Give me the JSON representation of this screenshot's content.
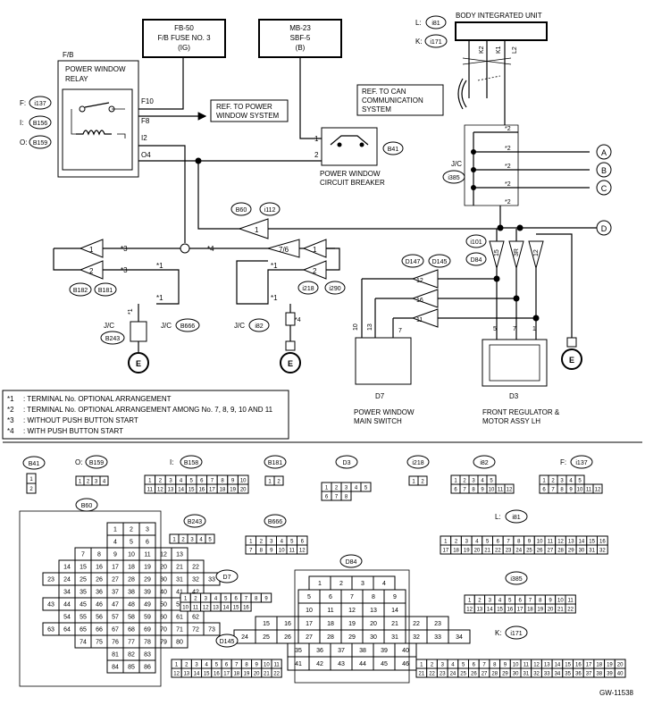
{
  "header": {
    "fb_fuse": [
      "FB-50",
      "F/B FUSE NO. 3",
      "(IG)"
    ],
    "mb_sbf": [
      "MB-23",
      "SBF-5",
      "(B)"
    ],
    "biu_title": "BODY INTEGRATED UNIT",
    "biu_conn": [
      {
        "prefix": "L:",
        "id": "i81"
      },
      {
        "prefix": "K:",
        "id": "i171"
      }
    ],
    "biu_pins": [
      "K2",
      "K1",
      "L2"
    ]
  },
  "relay": {
    "fb_label": "F/B",
    "title": [
      "POWER WINDOW",
      "RELAY"
    ],
    "conns": [
      {
        "prefix": "F:",
        "id": "i137"
      },
      {
        "prefix": "I:",
        "id": "B156"
      },
      {
        "prefix": "O:",
        "id": "B159"
      }
    ],
    "pins": [
      "F10",
      "F8",
      "I2",
      "O4"
    ]
  },
  "refs": {
    "power_window": [
      "REF. TO POWER",
      "WINDOW SYSTEM"
    ],
    "can": [
      "REF. TO CAN",
      "COMMUNICATION",
      "SYSTEM"
    ]
  },
  "breaker": {
    "id": "B41",
    "pins": [
      "1",
      "2"
    ],
    "label": [
      "POWER WINDOW",
      "CIRCUIT BREAKER"
    ]
  },
  "jc_i385": {
    "label": "J/C",
    "id": "i385",
    "pins": [
      "*2",
      "*2",
      "*2",
      "*2",
      "*2"
    ],
    "arrows": [
      "A",
      "B",
      "C",
      "D"
    ]
  },
  "left_conns": {
    "b60": "B60",
    "i112": "i112",
    "t1": "1",
    "t7": "7/6",
    "t2": "2",
    "star3a": "*3",
    "star3b": "*3",
    "star4": "*4",
    "star1a": "*1",
    "star1b": "*1",
    "star1c": "*1",
    "star1d": "*1",
    "b182": "B182",
    "b181": "B181",
    "i218": "i218",
    "i290": "i290",
    "l1": "1",
    "l2": "2",
    "r1": "1",
    "r2": "2",
    "jc1": "J/C",
    "b243": "B243",
    "star1e": "*1",
    "jc2": "J/C",
    "b666": "B666",
    "jc3": "J/C",
    "i82": "i82",
    "star4b": "*4"
  },
  "switch": {
    "conns": [
      "D147",
      "D145"
    ],
    "pins": [
      "12",
      "16",
      "11"
    ],
    "wires": [
      "10",
      "13",
      "7"
    ],
    "label": [
      "POWER WINDOW",
      "MAIN SWITCH"
    ],
    "id": "D7"
  },
  "motor": {
    "i101": "i101",
    "d84": "D84",
    "pins": [
      "15",
      "3R",
      "12"
    ],
    "wires": [
      "5",
      "7",
      "1"
    ],
    "label": [
      "FRONT REGULATOR &",
      "MOTOR ASSY LH"
    ],
    "id": "D3"
  },
  "ground": "E",
  "notes": [
    {
      "mark": "*1",
      "text": ": TERMINAL No. OPTIONAL ARRANGEMENT"
    },
    {
      "mark": "*2",
      "text": ": TERMINAL No. OPTIONAL ARRANGEMENT AMONG No. 7, 8, 9, 10 AND 11"
    },
    {
      "mark": "*3",
      "text": ": WITHOUT PUSH BUTTON START"
    },
    {
      "mark": "*4",
      "text": ": WITH PUSH BUTTON START"
    }
  ],
  "connectors": {
    "b41": {
      "id": "B41",
      "rows": [
        [
          "1"
        ],
        [
          "2"
        ]
      ]
    },
    "b159": {
      "prefix": "O:",
      "id": "B159",
      "rows": [
        [
          "1",
          "2",
          "3",
          "4"
        ]
      ]
    },
    "b158": {
      "prefix": "I:",
      "id": "B158",
      "rows": [
        [
          "1",
          "2",
          "3",
          "4",
          "5",
          "6",
          "7",
          "8",
          "9",
          "10"
        ],
        [
          "11",
          "12",
          "13",
          "14",
          "15",
          "16",
          "17",
          "18",
          "19",
          "20"
        ]
      ]
    },
    "b181": {
      "id": "B181",
      "rows": [
        [
          "1",
          "2"
        ]
      ]
    },
    "d3": {
      "id": "D3",
      "rows": [
        [
          "1",
          "2",
          "3",
          "4",
          "5"
        ],
        [
          "6",
          "7",
          "8"
        ]
      ]
    },
    "i218": {
      "id": "i218",
      "rows": [
        [
          "1",
          "2"
        ]
      ]
    },
    "i82": {
      "id": "i82",
      "rows": [
        [
          "1",
          "2",
          "3",
          "4",
          "5"
        ],
        [
          "6",
          "7",
          "8",
          "9",
          "10",
          "11",
          "12"
        ]
      ]
    },
    "i137": {
      "prefix": "F:",
      "id": "i137",
      "rows": [
        [
          "1",
          "2",
          "3",
          "4",
          "5"
        ],
        [
          "6",
          "7",
          "8",
          "9",
          "10",
          "11",
          "12"
        ]
      ]
    },
    "b60": {
      "id": "B60",
      "rows": [
        [
          "1",
          "2",
          "3"
        ],
        [
          "4",
          "5",
          "6"
        ],
        [
          "7",
          "8",
          "9",
          "10",
          "11",
          "12",
          "13"
        ],
        [
          "14",
          "15",
          "16",
          "17",
          "18",
          "19",
          "20",
          "21",
          "22"
        ],
        [
          "23",
          "24",
          "25",
          "26",
          "27",
          "28",
          "29",
          "30",
          "31",
          "32",
          "33"
        ],
        [
          "34",
          "35",
          "36",
          "37",
          "38",
          "39",
          "40",
          "41",
          "42"
        ],
        [
          "43",
          "44",
          "45",
          "46",
          "47",
          "48",
          "49",
          "50",
          "51",
          "52",
          "53"
        ],
        [
          "54",
          "55",
          "56",
          "57",
          "58",
          "59",
          "60",
          "61",
          "62"
        ],
        [
          "63",
          "64",
          "65",
          "66",
          "67",
          "68",
          "69",
          "70",
          "71",
          "72",
          "73"
        ],
        [
          "74",
          "75",
          "76",
          "77",
          "78",
          "79",
          "80"
        ],
        [
          "81",
          "82",
          "83"
        ],
        [
          "84",
          "85",
          "86"
        ]
      ]
    },
    "b243": {
      "id": "B243",
      "rows": [
        [
          "1",
          "2",
          "3",
          "4",
          "5"
        ]
      ]
    },
    "b666": {
      "id": "B666",
      "rows": [
        [
          "1",
          "2",
          "3",
          "4",
          "5",
          "6"
        ],
        [
          "7",
          "8",
          "9",
          "10",
          "11",
          "12"
        ]
      ]
    },
    "i81": {
      "prefix": "L:",
      "id": "i81",
      "rows": [
        [
          "1",
          "2",
          "3",
          "4",
          "5",
          "6",
          "7",
          "8",
          "9",
          "10",
          "11",
          "12",
          "13",
          "14",
          "15",
          "16"
        ],
        [
          "17",
          "18",
          "19",
          "20",
          "21",
          "22",
          "23",
          "24",
          "25",
          "26",
          "27",
          "28",
          "29",
          "30",
          "31",
          "32"
        ]
      ]
    },
    "d7": {
      "id": "D7",
      "rows": [
        [
          "1",
          "2",
          "3",
          "4",
          "5",
          "6",
          "7",
          "8",
          "9"
        ],
        [
          "10",
          "11",
          "12",
          "13",
          "14",
          "15",
          "16"
        ]
      ]
    },
    "d84": {
      "id": "D84",
      "rows": [
        [
          "1",
          "2",
          "3",
          "4"
        ],
        [
          "5",
          "6",
          "7",
          "8",
          "9"
        ],
        [
          "10",
          "11",
          "12",
          "13",
          "14"
        ],
        [
          "15",
          "16",
          "17",
          "18",
          "19",
          "20",
          "21",
          "22",
          "23"
        ],
        [
          "24",
          "25",
          "26",
          "27",
          "28",
          "29",
          "30",
          "31",
          "32",
          "33",
          "34"
        ],
        [
          "35",
          "36",
          "37",
          "38",
          "39",
          "40"
        ],
        [
          "41",
          "42",
          "43",
          "44",
          "45",
          "46"
        ]
      ]
    },
    "i385": {
      "id": "i385",
      "rows": [
        [
          "1",
          "2",
          "3",
          "4",
          "5",
          "6",
          "7",
          "8",
          "9",
          "10",
          "11"
        ],
        [
          "12",
          "13",
          "14",
          "15",
          "16",
          "17",
          "18",
          "19",
          "20",
          "21",
          "22"
        ]
      ]
    },
    "d145": {
      "id": "D145",
      "rows": [
        [
          "1",
          "2",
          "3",
          "4",
          "5",
          "6",
          "7",
          "8",
          "9",
          "10",
          "11"
        ],
        [
          "12",
          "13",
          "14",
          "15",
          "16",
          "17",
          "18",
          "19",
          "20",
          "21",
          "22"
        ]
      ]
    },
    "i171": {
      "prefix": "K:",
      "id": "i171",
      "rows": [
        [
          "1",
          "2",
          "3",
          "4",
          "5",
          "6",
          "7",
          "8",
          "9",
          "10",
          "11",
          "12",
          "13",
          "14",
          "15",
          "16",
          "17",
          "18",
          "19",
          "20"
        ],
        [
          "21",
          "22",
          "23",
          "24",
          "25",
          "26",
          "27",
          "28",
          "29",
          "30",
          "31",
          "32",
          "33",
          "34",
          "35",
          "36",
          "37",
          "38",
          "39",
          "40"
        ]
      ]
    }
  },
  "footer": {
    "code": "GW-11538"
  }
}
